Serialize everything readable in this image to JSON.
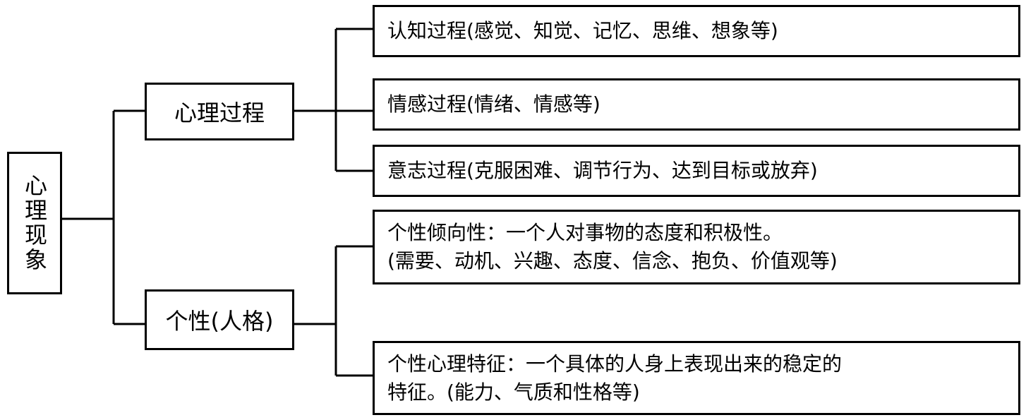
{
  "root": {
    "label": "心理现象"
  },
  "branches": [
    {
      "label": "心理过程",
      "children": [
        {
          "text": "认知过程(感觉、知觉、记忆、思维、想象等)"
        },
        {
          "text": "情感过程(情绪、情感等)"
        },
        {
          "text": "意志过程(克服困难、调节行为、达到目标或放弃)"
        }
      ]
    },
    {
      "label": "个性(人格)",
      "children": [
        {
          "lines": [
            "个性倾向性：一个人对事物的态度和积极性。",
            "(需要、动机、兴趣、态度、信念、抱负、价值观等)"
          ]
        },
        {
          "lines": [
            "个性心理特征：一个具体的人身上表现出来的稳定的",
            "特征。(能力、气质和性格等)"
          ]
        }
      ]
    }
  ]
}
